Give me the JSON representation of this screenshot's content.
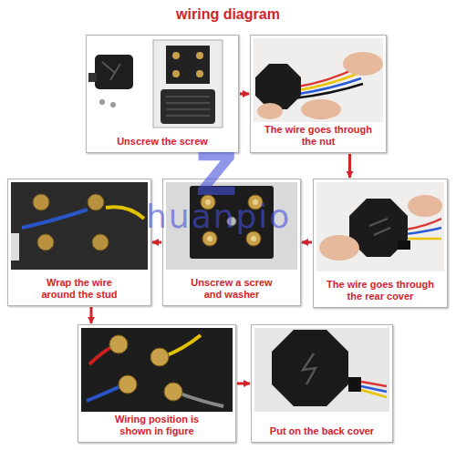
{
  "diagram": {
    "title": "wiring diagram",
    "nodes": [
      {
        "text": [
          "Unscrew the screw"
        ]
      },
      {
        "text": [
          "The wire goes through the nut"
        ]
      },
      {
        "text": [
          "The wire goes through the rear cover"
        ]
      },
      {
        "text": [
          "Unscrew a screw and washer"
        ]
      },
      {
        "text": [
          "Wrap the wire around the stud"
        ]
      },
      {
        "text": [
          "Wiring position is shown in figure"
        ]
      },
      {
        "text": [
          "Put on the back cover"
        ]
      }
    ],
    "edges": [
      {
        "from": 0,
        "to": 1,
        "arrow": "to"
      },
      {
        "from": 1,
        "to": 2,
        "arrow": "to"
      },
      {
        "from": 2,
        "to": 3,
        "arrow": "to"
      },
      {
        "from": 3,
        "to": 4,
        "arrow": "to"
      },
      {
        "from": 4,
        "to": 5,
        "arrow": "to"
      },
      {
        "from": 5,
        "to": 6,
        "arrow": "to"
      }
    ],
    "labels": [
      "Z",
      "huanpio"
    ]
  }
}
